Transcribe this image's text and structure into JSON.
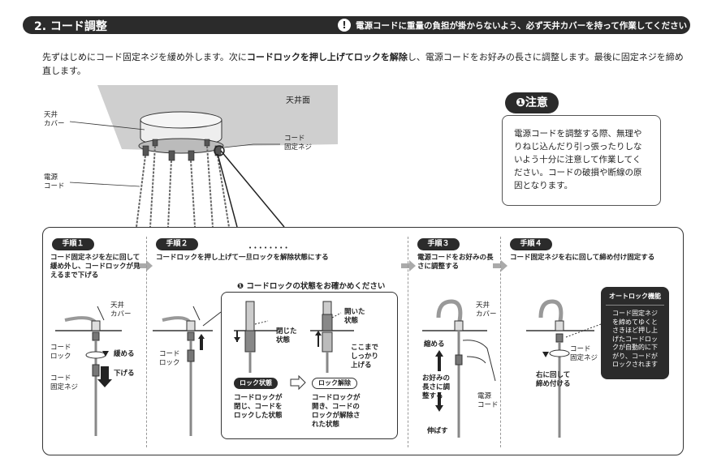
{
  "header": {
    "section_title": "2. コード調整",
    "warning_icon": "exclamation-circle",
    "warning_text": "電源コードに重量の負担が掛からないよう、必ず天井カバーを持って作業してください"
  },
  "intro": {
    "part1": "先ずはじめにコード固定ネジを緩め外します。次に",
    "bold": "コードロックを押し上げてロックを解除",
    "part2": "し、電源コードをお好みの長さに調整します。最後に固定ネジを締め直します。"
  },
  "illustration": {
    "ceiling_label": "天井面",
    "cover_label": "天井\nカバー",
    "screw_label": "コード\n固定ネジ",
    "cord_label": "電源\nコード"
  },
  "caution": {
    "title": "注意",
    "icon": "exclamation-circle",
    "text": "電源コードを調整する際、無理やりねじ込んだり引っ張ったりしないよう十分に注意して作業してください。コードの破損や断線の原因となります。"
  },
  "steps": [
    {
      "badge": "手順１",
      "title": "コード固定ネジを左に回して緩め外し、コードロックが見えるまで下げる",
      "labels": {
        "cover": "天井\nカバー",
        "lock": "コード\nロック",
        "screw": "コード\n固定ネジ",
        "loosen": "緩める",
        "lower": "下げる"
      }
    },
    {
      "badge": "手順２",
      "dots": "• • • • • • • •",
      "title": "コードロックを押し上げて一旦ロックを解除状態にする",
      "labels": {
        "lock": "コード\nロック"
      },
      "check": {
        "title": "コードロックの状態をお確かめください",
        "closed_label": "閉じた\n状態",
        "open_label": "開いた\n状態",
        "push_label": "ここまで\nしっかり\n上げる",
        "locked_pill": "ロック状態",
        "unlocked_pill": "ロック解除",
        "locked_desc": "コードロックが\n閉じ、コードを\nロックした状態",
        "unlocked_desc": "コードロックが\n開き、コードの\nロックが解除さ\nれた状態"
      }
    },
    {
      "badge": "手順３",
      "title": "電源コードをお好みの長さに調整する",
      "labels": {
        "cover": "天井\nカバー",
        "shorten": "縮める",
        "adjust": "お好みの\n長さに調\n整する",
        "extend": "伸ばす",
        "cord": "電源\nコード"
      }
    },
    {
      "badge": "手順４",
      "title": "コード固定ネジを右に回して締め付け固定する",
      "labels": {
        "screw": "コード\n固定ネジ",
        "tighten": "右に回して\n締め付ける"
      },
      "autolock": {
        "title": "オートロック機能",
        "text": "コード固定ネジ\nを締めてゆくと\nさきほど押し上\nげたコードロッ\nクが自動的に下\nがり、コードが\nロックされます"
      }
    }
  ]
}
